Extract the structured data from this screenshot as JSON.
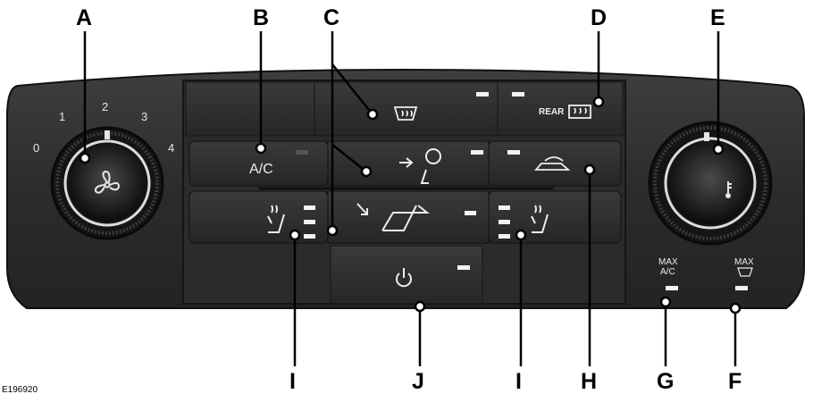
{
  "callouts": {
    "A": "A",
    "B": "B",
    "C": "C",
    "D": "D",
    "E": "E",
    "F": "F",
    "G": "G",
    "H": "H",
    "I_left": "I",
    "I_right": "I",
    "J": "J"
  },
  "fan_scale": [
    "0",
    "1",
    "2",
    "3",
    "4"
  ],
  "button_labels": {
    "ac": "A/C",
    "rear": "REAR",
    "max_ac_line1": "MAX",
    "max_ac_line2": "A/C",
    "max_defrost": "MAX"
  },
  "image_code": "E196920",
  "icons": {
    "fan": "fan-icon",
    "windshield_defrost": "windshield-defrost-icon",
    "rear_defrost": "rear-defrost-icon",
    "airflow": "airflow-mode-icon",
    "recirculation": "recirculation-icon",
    "heated_seat": "heated-seat-icon",
    "power": "power-icon",
    "temperature": "thermometer-icon"
  },
  "colors": {
    "panel": "#2a2a2a",
    "panel_edge": "#3b3b3b",
    "indicator": "#f2f2f2",
    "callout": "#000000"
  }
}
